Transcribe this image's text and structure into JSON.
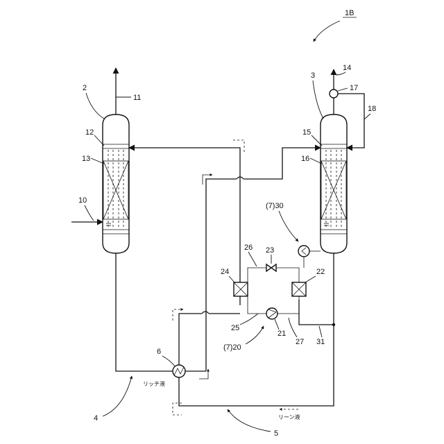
{
  "figure_label": "1B",
  "labels": {
    "n2": "2",
    "n3": "3",
    "n4": "4",
    "n5": "5",
    "n6": "6",
    "n10": "10",
    "n11": "11",
    "n12": "12",
    "n13": "13",
    "n14": "14",
    "n15": "15",
    "n16": "16",
    "n17": "17",
    "n18": "18",
    "n21": "21",
    "n22": "22",
    "n23": "23",
    "n24": "24",
    "n25": "25",
    "n26": "26",
    "n27": "27",
    "n31": "31",
    "n7_30": "(7)30",
    "n7_20": "(7)20"
  },
  "stream_labels": {
    "rich": "リッチ液",
    "lean": "リーン液"
  }
}
